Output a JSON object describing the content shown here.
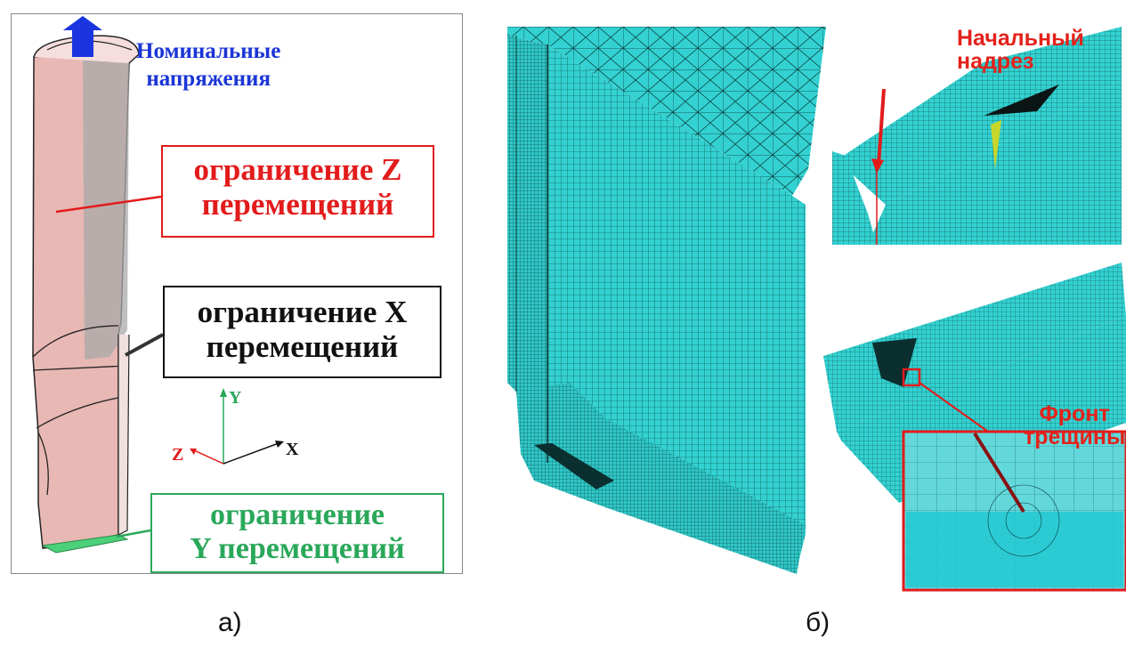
{
  "panel_a": {
    "nominal_stress_label": [
      "Номинальные",
      "напряжения"
    ],
    "z_constraint": [
      "ограничение Z",
      "перемещений"
    ],
    "x_constraint": [
      "ограничение X",
      "перемещений"
    ],
    "y_constraint": [
      "ограничение",
      "Y перемещений"
    ],
    "axes": {
      "x": "X",
      "y": "Y",
      "z": "Z"
    },
    "colors": {
      "z": "#e21b1b",
      "x": "#111111",
      "y": "#2aa85a",
      "stress": "#1a35d6"
    }
  },
  "panel_b": {
    "initial_notch_label": [
      "Начальный",
      "надрез"
    ],
    "crack_front_label": [
      "Фронт",
      "трещины"
    ],
    "mesh_color": "#33d1d1"
  },
  "captions": {
    "a": "а)",
    "b": "б)"
  }
}
